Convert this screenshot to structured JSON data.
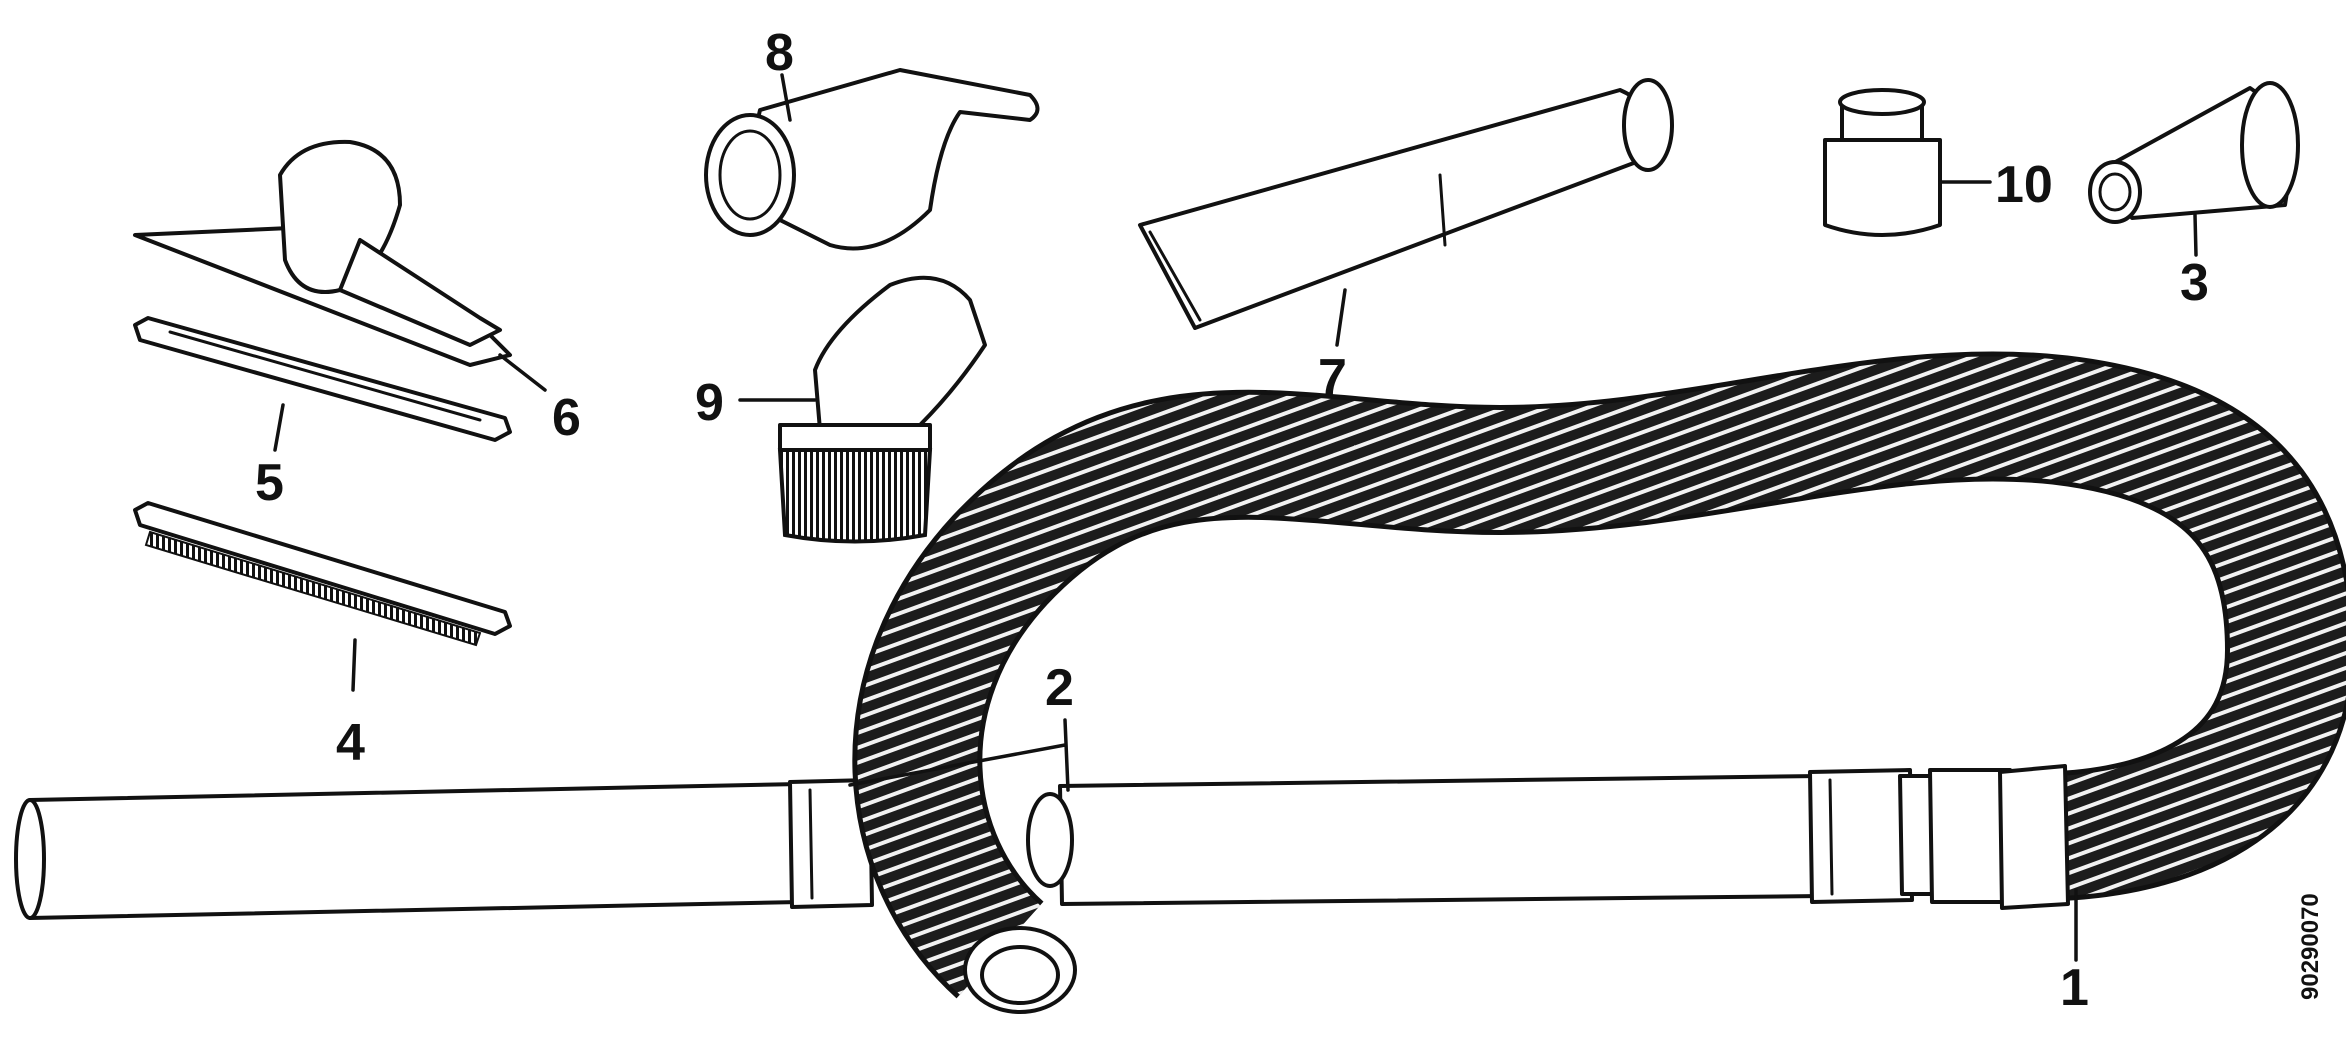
{
  "callouts": {
    "c1": "1",
    "c2": "2",
    "c3": "3",
    "c4": "4",
    "c5": "5",
    "c6": "6",
    "c7": "7",
    "c8": "8",
    "c9": "9",
    "c10": "10"
  },
  "document_number": "90290070",
  "colors": {
    "ink": "#111111",
    "background": "#ffffff"
  }
}
